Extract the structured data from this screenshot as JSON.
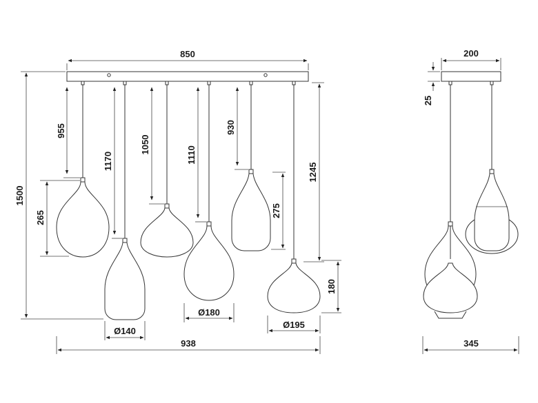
{
  "front_view": {
    "canopy_width": "850",
    "overall_height": "1500",
    "overall_width": "938",
    "shade_height_265": "265",
    "drop_955": "955",
    "drop_1170": "1170",
    "drop_1050": "1050",
    "drop_1110": "1110",
    "drop_930": "930",
    "drop_1245": "1245",
    "shade_height_275": "275",
    "shade_height_180": "180",
    "diameter_140": "Ø140",
    "diameter_180": "Ø180",
    "diameter_195": "Ø195"
  },
  "side_view": {
    "canopy_depth": "200",
    "canopy_height": "25",
    "overall_depth": "345"
  }
}
